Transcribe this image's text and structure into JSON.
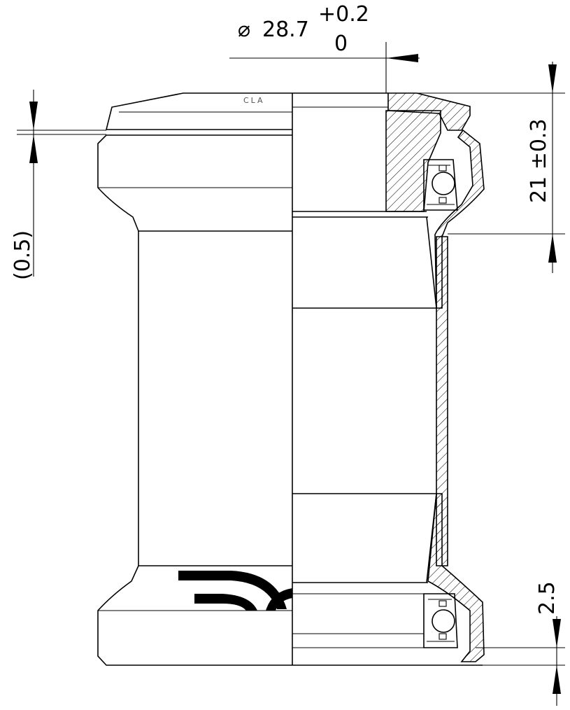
{
  "dimensions": {
    "diameter_symbol": "⌀",
    "diameter_value": "28.7",
    "diameter_tol_upper": "+0.2",
    "diameter_tol_lower": "0",
    "height_top_cup": "21 ±0.3",
    "gap_top": "(0.5)",
    "height_bottom": "2.5"
  },
  "engraving": {
    "brand_fragment": "CLA"
  }
}
